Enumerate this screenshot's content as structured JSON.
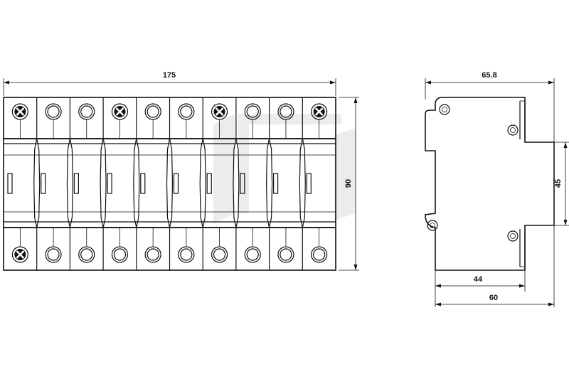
{
  "drawing": {
    "front_view": {
      "module_count": 10,
      "top_terminals": [
        "cross",
        "ring",
        "ring",
        "cross",
        "ring",
        "ring",
        "cross",
        "ring",
        "ring",
        "cross"
      ],
      "bottom_terminals": [
        "cross",
        "ring",
        "ring",
        "ring",
        "ring",
        "ring",
        "ring",
        "ring",
        "ring",
        "ring"
      ]
    },
    "dimensions": {
      "width": "175",
      "height": "90",
      "side_depth": "65.8",
      "side_height": "45",
      "side_base_44": "44",
      "side_base_60": "60"
    }
  }
}
